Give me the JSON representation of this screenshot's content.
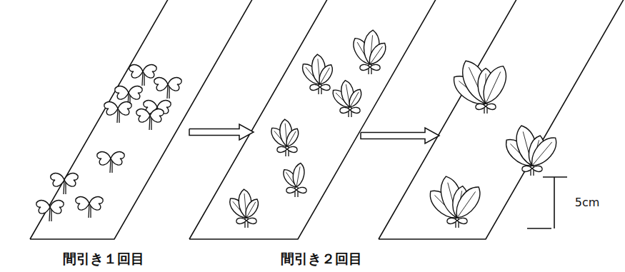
{
  "diagram": {
    "labels": [
      "間引き１回目",
      "間引き２回目",
      "5cm"
    ]
  }
}
